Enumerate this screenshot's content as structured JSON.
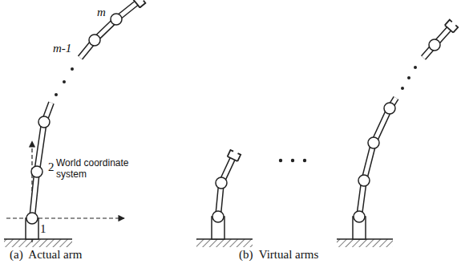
{
  "diagram": {
    "labels": [
      "m",
      "m-1",
      "2",
      "1",
      "World coordinate system",
      "(a)  Actual arm",
      "(b)  Virtual arms"
    ]
  }
}
